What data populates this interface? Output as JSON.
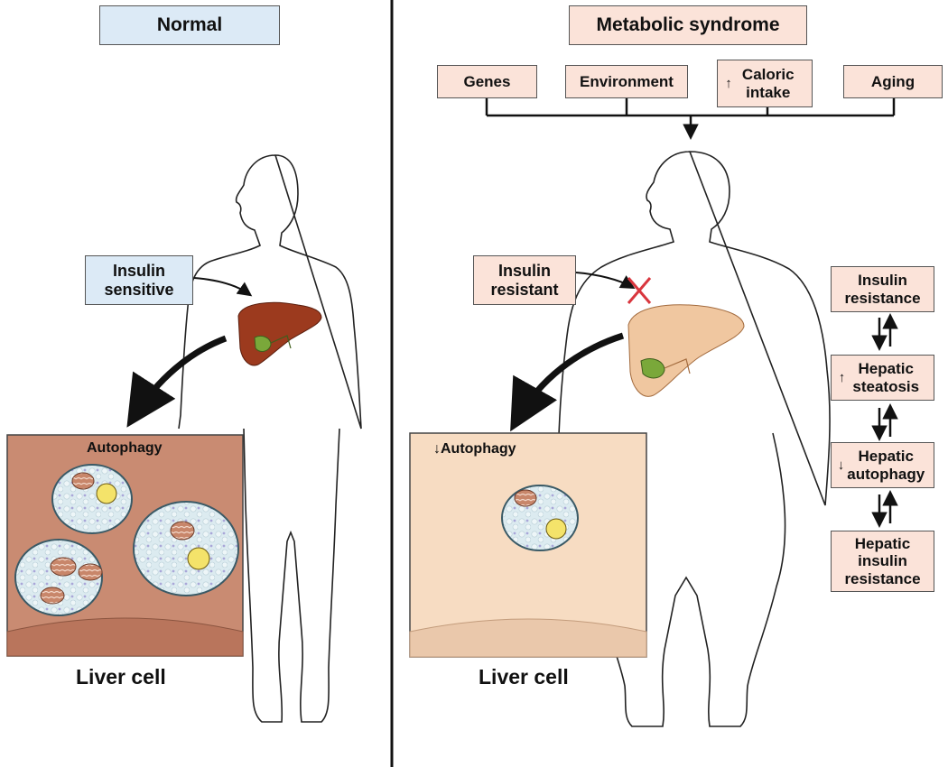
{
  "normal": {
    "title": "Normal",
    "insulin_label": "Insulin sensitive",
    "panel_label": "Autophagy",
    "caption": "Liver cell"
  },
  "metabolic": {
    "title": "Metabolic syndrome",
    "factors": {
      "genes": "Genes",
      "environment": "Environment",
      "caloric_arrow": "↑",
      "caloric": "Caloric intake",
      "aging": "Aging"
    },
    "insulin_label": "Insulin resistant",
    "panel_arrow": "↓",
    "panel_label": "Autophagy",
    "caption": "Liver cell"
  },
  "chain": {
    "insulin_resistance": "Insulin resistance",
    "steatosis_arrow": "↑",
    "steatosis": "Hepatic steatosis",
    "autophagy_arrow": "↓",
    "autophagy": "Hepatic autophagy",
    "hepatic_insulin": "Hepatic insulin resistance"
  },
  "colors": {
    "title_blue_bg": "#dceaf6",
    "label_pink_bg": "#fbe3d9",
    "normal_panel_bg": "#c98b72",
    "reduced_panel_bg": "#f7dcc2",
    "healthy_liver": "#9c3a1e",
    "fatty_liver": "#f0c7a0",
    "gallbladder": "#7aa83a",
    "inhibition_mark": "#d9363e"
  }
}
